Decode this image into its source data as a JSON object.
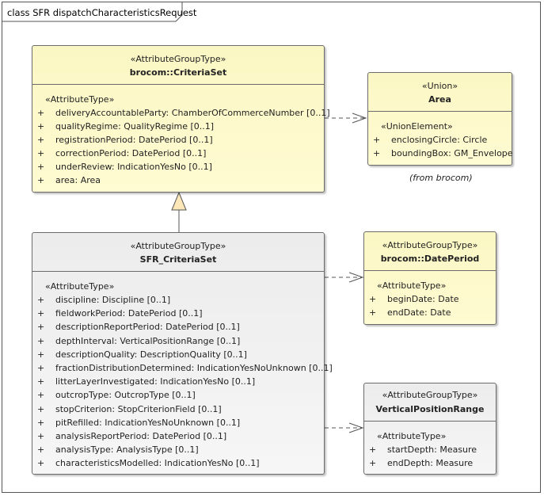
{
  "frame": {
    "title": "class SFR dispatchCharacteristicsRequest"
  },
  "classes": {
    "criteria_set": {
      "stereotype": "«AttributeGroupType»",
      "name": "brocom::CriteriaSet",
      "section": "«AttributeType»",
      "attributes": [
        "deliveryAccountableParty: ChamberOfCommerceNumber [0..1]",
        "qualityRegime: QualityRegime [0..1]",
        "registrationPeriod: DatePeriod [0..1]",
        "correctionPeriod: DatePeriod [0..1]",
        "underReview: IndicationYesNo [0..1]",
        "area: Area"
      ]
    },
    "area": {
      "stereotype": "«Union»",
      "name": "Area",
      "section": "«UnionElement»",
      "attributes": [
        "enclosingCircle: Circle",
        "boundingBox: GM_Envelope"
      ],
      "note": "(from brocom)"
    },
    "sfr_criteria_set": {
      "stereotype": "«AttributeGroupType»",
      "name": "SFR_CriteriaSet",
      "section": "«AttributeType»",
      "attributes": [
        "discipline: Discipline [0..1]",
        "fieldworkPeriod: DatePeriod [0..1]",
        "descriptionReportPeriod: DatePeriod [0..1]",
        "depthInterval: VerticalPositionRange [0..1]",
        "descriptionQuality: DescriptionQuality [0..1]",
        "fractionDistributionDetermined: IndicationYesNoUnknown [0..1]",
        "litterLayerInvestigated: IndicationYesNo [0..1]",
        "outcropType: OutcropType [0..1]",
        "stopCriterion: StopCriterionField [0..1]",
        "pitRefilled: IndicationYesNoUnknown [0..1]",
        "analysisReportPeriod: DatePeriod [0..1]",
        "analysisType: AnalysisType [0..1]",
        "characteristicsModelled: IndicationYesNo [0..1]"
      ]
    },
    "date_period": {
      "stereotype": "«AttributeGroupType»",
      "name": "brocom::DatePeriod",
      "section": "«AttributeType»",
      "attributes": [
        "beginDate: Date",
        "endDate: Date"
      ]
    },
    "vertical_position_range": {
      "stereotype": "«AttributeGroupType»",
      "name": "VerticalPositionRange",
      "section": "«AttributeType»",
      "attributes": [
        "startDepth: Measure",
        "endDepth: Measure"
      ]
    }
  },
  "visibility_symbol": "+",
  "colors": {
    "yellow_fill": "#fffbd2",
    "gray_fill": "#f4f4f4",
    "line": "#555555"
  }
}
